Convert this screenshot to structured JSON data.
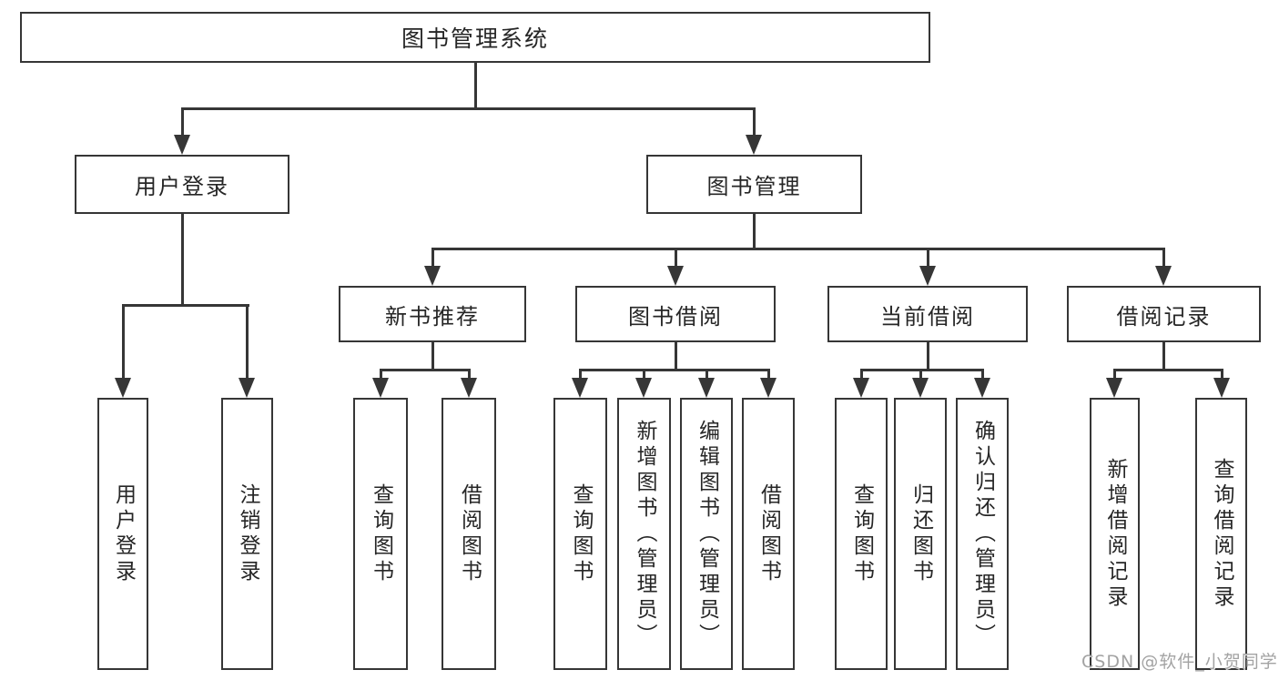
{
  "tree": {
    "label": "图书管理系统",
    "children": [
      {
        "label": "用户登录",
        "children": [
          {
            "label": "用户登录"
          },
          {
            "label": "注销登录"
          }
        ]
      },
      {
        "label": "图书管理",
        "children": [
          {
            "label": "新书推荐",
            "children": [
              {
                "label": "查询图书"
              },
              {
                "label": "借阅图书"
              }
            ]
          },
          {
            "label": "图书借阅",
            "children": [
              {
                "label": "查询图书"
              },
              {
                "label": "新增图书（管理员）"
              },
              {
                "label": "编辑图书（管理员）"
              },
              {
                "label": "借阅图书"
              }
            ]
          },
          {
            "label": "当前借阅",
            "children": [
              {
                "label": "查询图书"
              },
              {
                "label": "归还图书"
              },
              {
                "label": "确认归还（管理员）"
              }
            ]
          },
          {
            "label": "借阅记录",
            "children": [
              {
                "label": "新增借阅记录"
              },
              {
                "label": "查询借阅记录"
              }
            ]
          }
        ]
      }
    ]
  },
  "watermark": {
    "text": "CSDN @软件_小贺同学"
  },
  "colors": {
    "line": "#363636",
    "text": "#262626",
    "watermark": "#a3a3a3",
    "background": "#ffffff"
  }
}
